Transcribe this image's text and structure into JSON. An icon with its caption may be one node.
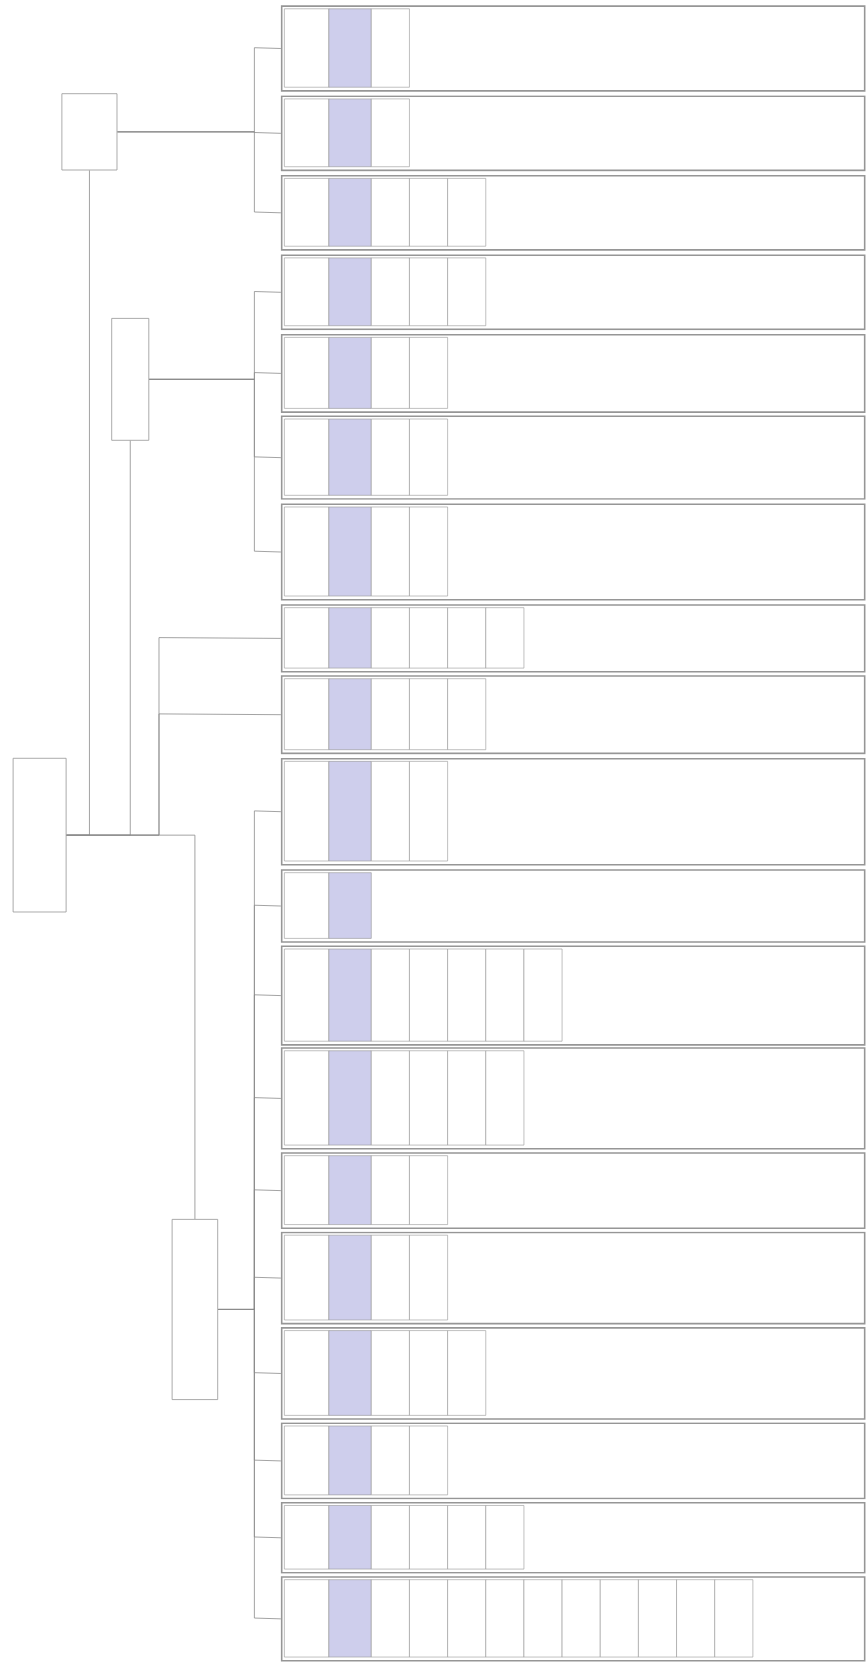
{
  "diagram": {
    "nodes": [
      {
        "text": [],
        "shape": "box"
      },
      {
        "text": [],
        "shape": "box"
      },
      {
        "text": [],
        "shape": "box"
      },
      {
        "text": [],
        "shape": "box"
      },
      {
        "text": [],
        "shape": "box"
      },
      {
        "text": [],
        "shape": "box",
        "in": 4
      },
      {
        "text": [],
        "shape": "box",
        "in": 4
      },
      {
        "text": [],
        "shape": "box",
        "in": 4
      },
      {
        "text": [],
        "shape": "box"
      },
      {
        "text": [],
        "shape": "box",
        "in": 8
      },
      {
        "text": [],
        "shape": "box",
        "in": 8
      },
      {
        "text": [],
        "shape": "box",
        "in": 8
      },
      {
        "text": [],
        "shape": "box"
      },
      {
        "text": [],
        "shape": "box",
        "in": 12
      },
      {
        "text": [],
        "shape": "box",
        "in": 12
      },
      {
        "text": [],
        "shape": "box",
        "in": 12
      },
      {
        "text": [],
        "shape": "box",
        "in": 12
      },
      {
        "text": [],
        "shape": "box",
        "in": 12
      },
      {
        "text": [],
        "shape": "box"
      },
      {
        "text": [],
        "shape": "box",
        "in": 18
      },
      {
        "text": [],
        "shape": "box",
        "in": 18
      },
      {
        "text": [],
        "shape": "box",
        "in": 18
      },
      {
        "text": [],
        "shape": "box",
        "in": 18
      },
      {
        "text": [],
        "shape": "box",
        "in": 18
      },
      {
        "text": [],
        "shape": "box"
      },
      {
        "text": [],
        "shape": "box",
        "in": 24
      },
      {
        "text": [],
        "shape": "box",
        "in": 24
      },
      {
        "text": [],
        "shape": "box",
        "in": 24
      },
      {
        "text": [],
        "shape": "box",
        "in": 24
      },
      {
        "text": [],
        "shape": "box"
      },
      {
        "text": [],
        "shape": "box",
        "in": 29
      },
      {
        "text": [],
        "shape": "box",
        "in": 29
      },
      {
        "text": [],
        "shape": "box",
        "in": 29
      },
      {
        "text": [],
        "shape": "box",
        "in": 29
      },
      {
        "text": [],
        "shape": "box"
      },
      {
        "text": [],
        "shape": "box",
        "in": 34
      },
      {
        "text": [],
        "shape": "box",
        "in": 34
      },
      {
        "text": [],
        "shape": "box",
        "in": 34
      },
      {
        "text": [],
        "shape": "box",
        "in": 34
      },
      {
        "text": [],
        "shape": "box"
      },
      {
        "text": [],
        "shape": "box",
        "in": 39
      },
      {
        "text": [],
        "shape": "box",
        "in": 39
      },
      {
        "text": [],
        "shape": "box",
        "in": 39
      },
      {
        "text": [],
        "shape": "box",
        "in": 39
      },
      {
        "text": [],
        "shape": "box",
        "in": 39
      },
      {
        "text": [],
        "shape": "box",
        "in": 39
      },
      {
        "text": [],
        "shape": "box"
      },
      {
        "text": [],
        "shape": "box",
        "in": 46
      },
      {
        "text": [],
        "shape": "box",
        "in": 46
      },
      {
        "text": [],
        "shape": "box",
        "in": 46
      },
      {
        "text": [],
        "shape": "box",
        "in": 46
      },
      {
        "text": [],
        "shape": "box",
        "in": 46
      },
      {
        "text": [],
        "shape": "box"
      },
      {
        "text": [],
        "shape": "box",
        "in": 52
      },
      {
        "text": [],
        "shape": "box",
        "in": 52
      },
      {
        "text": [],
        "shape": "box",
        "in": 52
      },
      {
        "text": [],
        "shape": "box",
        "in": 52
      },
      {
        "text": [],
        "shape": "box"
      },
      {
        "text": [],
        "shape": "box",
        "in": 57
      },
      {
        "text": [],
        "shape": "box",
        "in": 57
      },
      {
        "text": [],
        "shape": "box"
      },
      {
        "text": [],
        "shape": "box",
        "in": 60
      },
      {
        "text": [],
        "shape": "box",
        "in": 60
      },
      {
        "text": [],
        "shape": "box",
        "in": 60
      },
      {
        "text": [],
        "shape": "box",
        "in": 60
      },
      {
        "text": [],
        "shape": "box",
        "in": 60
      },
      {
        "text": [],
        "shape": "box",
        "in": 60
      },
      {
        "text": [],
        "shape": "box",
        "in": 60
      },
      {
        "text": [],
        "shape": "box"
      },
      {
        "text": [],
        "shape": "box",
        "in": 68
      },
      {
        "text": [],
        "shape": "box",
        "in": 68
      },
      {
        "text": [],
        "shape": "box",
        "in": 68
      },
      {
        "text": [],
        "shape": "box",
        "in": 68
      },
      {
        "text": [],
        "shape": "box",
        "in": 68
      },
      {
        "text": [],
        "shape": "box",
        "in": 68
      },
      {
        "text": [],
        "shape": "box"
      },
      {
        "text": [],
        "shape": "box",
        "in": 75
      },
      {
        "text": [],
        "shape": "box",
        "in": 75
      },
      {
        "text": [],
        "shape": "box",
        "in": 75
      },
      {
        "text": [],
        "shape": "box",
        "in": 75
      },
      {
        "text": [],
        "shape": "box"
      },
      {
        "text": [],
        "shape": "box",
        "in": 80
      },
      {
        "text": [],
        "shape": "box",
        "in": 80
      },
      {
        "text": [],
        "shape": "box",
        "in": 80
      },
      {
        "text": [],
        "shape": "box",
        "in": 80
      },
      {
        "text": [],
        "shape": "box"
      },
      {
        "text": [],
        "shape": "box",
        "in": 85
      },
      {
        "text": [],
        "shape": "box",
        "in": 85
      },
      {
        "text": [],
        "shape": "box",
        "in": 85
      },
      {
        "text": [],
        "shape": "box",
        "in": 85
      },
      {
        "text": [],
        "shape": "box",
        "in": 85
      },
      {
        "text": [],
        "shape": "box"
      },
      {
        "text": [],
        "shape": "box",
        "in": 91
      },
      {
        "text": [],
        "shape": "box",
        "in": 91
      },
      {
        "text": [],
        "shape": "box",
        "in": 91
      },
      {
        "text": [],
        "shape": "box",
        "in": 91
      },
      {
        "text": [],
        "shape": "box"
      },
      {
        "text": [],
        "shape": "box",
        "in": 96
      },
      {
        "text": [],
        "shape": "box",
        "in": 96
      },
      {
        "text": [],
        "shape": "box",
        "in": 96
      },
      {
        "text": [],
        "shape": "box",
        "in": 96
      },
      {
        "text": [],
        "shape": "box",
        "in": 96
      },
      {
        "text": [],
        "shape": "box",
        "in": 96
      },
      {
        "text": [],
        "shape": "box"
      },
      {
        "text": [],
        "shape": "box",
        "in": 103
      },
      {
        "text": [],
        "shape": "box",
        "in": 103
      },
      {
        "text": [],
        "shape": "box",
        "in": 103
      },
      {
        "text": [],
        "shape": "box",
        "in": 103
      },
      {
        "text": [],
        "shape": "box",
        "in": 103
      },
      {
        "text": [],
        "shape": "box",
        "in": 103
      },
      {
        "text": [],
        "shape": "box",
        "in": 103
      },
      {
        "text": [],
        "shape": "box",
        "in": 103
      },
      {
        "text": [],
        "shape": "box",
        "in": 103
      },
      {
        "text": [],
        "shape": "box",
        "in": 103
      },
      {
        "text": [],
        "shape": "box",
        "in": 103
      },
      {
        "text": [],
        "shape": "box",
        "in": 103
      }
    ],
    "edges": [
      {
        "from": 0,
        "to": 1,
        "arrow": "none"
      },
      {
        "from": 0,
        "to": 2,
        "arrow": "none"
      },
      {
        "from": 0,
        "to": 3,
        "arrow": "none"
      },
      {
        "from": 0,
        "to": 39,
        "arrow": "none"
      },
      {
        "from": 0,
        "to": 46,
        "arrow": "none"
      },
      {
        "from": 1,
        "to": 4,
        "arrow": "none"
      },
      {
        "from": 1,
        "to": 8,
        "arrow": "none"
      },
      {
        "from": 1,
        "to": 12,
        "arrow": "none"
      },
      {
        "from": 2,
        "to": 18,
        "arrow": "none"
      },
      {
        "from": 2,
        "to": 24,
        "arrow": "none"
      },
      {
        "from": 2,
        "to": 29,
        "arrow": "none"
      },
      {
        "from": 2,
        "to": 34,
        "arrow": "none"
      },
      {
        "from": 3,
        "to": 52,
        "arrow": "none"
      },
      {
        "from": 3,
        "to": 57,
        "arrow": "none"
      },
      {
        "from": 3,
        "to": 60,
        "arrow": "none"
      },
      {
        "from": 3,
        "to": 68,
        "arrow": "none"
      },
      {
        "from": 3,
        "to": 75,
        "arrow": "none"
      },
      {
        "from": 3,
        "to": 80,
        "arrow": "none"
      },
      {
        "from": 3,
        "to": 85,
        "arrow": "none"
      },
      {
        "from": 3,
        "to": 91,
        "arrow": "none"
      },
      {
        "from": 3,
        "to": 96,
        "arrow": "none"
      },
      {
        "from": 3,
        "to": 103,
        "arrow": "none"
      }
    ]
  }
}
